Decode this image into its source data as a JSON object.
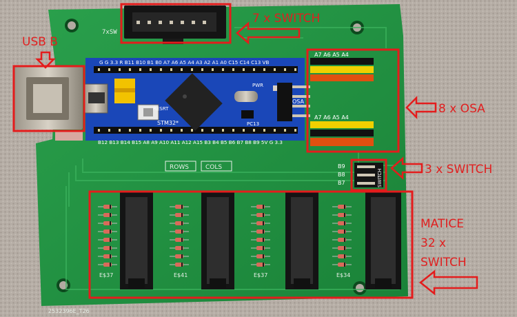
{
  "annotations": {
    "usb_label": "USB B",
    "switch7_label": "7 x SWITCH",
    "osa_label": "8 x OSA",
    "switch3_label": "3 x SWITCH",
    "matrix_label_1": "MATICE",
    "matrix_label_2": "32 x",
    "matrix_label_3": "SWITCH"
  },
  "silkscreen": {
    "header_7sw": "7xSW",
    "top_pins": "G  G 3.3  R  B11 B10  B1  B0  A7  A6  A5  A4  A3  A2  A1  A0  C15 C14 C13  VB",
    "bottom_pins": "B12 B13 B14 B15 A8 A9 A10 A11 A12 A15  B3  B4  B5  B6  B7  B8  B9  5V  G  3.3",
    "board_name": "STM32*",
    "reset": "RESRT",
    "pwr": "PWR",
    "pc13": "PC13",
    "osa_top": "A7  A6  A5  A4",
    "osa_mid": "A7  A6  A5  A4",
    "osa_tag": "OSA",
    "rows": "ROWS",
    "cols": "COLS",
    "b9": "B9",
    "b8": "B8",
    "b7": "B7",
    "switch_vert": "SWITCH",
    "matrix_marks": [
      "E$37",
      "E$41",
      "E$37",
      "E$34"
    ],
    "pcb_id": "2532396E_T26"
  },
  "colors": {
    "pcb_green": "#1f8f3f",
    "annotation_red": "#e41c1c",
    "blue_pill": "#1a47b8",
    "carpet": "#b4aca4"
  }
}
